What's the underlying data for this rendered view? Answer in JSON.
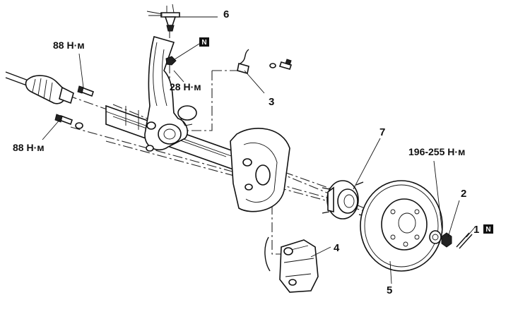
{
  "callouts": [
    {
      "id": "1",
      "text": "1"
    },
    {
      "id": "2",
      "text": "2"
    },
    {
      "id": "3",
      "text": "3"
    },
    {
      "id": "4",
      "text": "4"
    },
    {
      "id": "5",
      "text": "5"
    },
    {
      "id": "6",
      "text": "6"
    },
    {
      "id": "7",
      "text": "7"
    }
  ],
  "torques": {
    "driveshaft_upper": "88 Н·м",
    "driveshaft_lower": "88 Н·м",
    "balljoint_nut": "28 Н·м",
    "hub_nut": "196-255 Н·м"
  },
  "new_part_marks": {
    "nut_6": "N",
    "pin_1": "N"
  },
  "colors": {
    "ink": "#111111",
    "background": "#ffffff"
  }
}
